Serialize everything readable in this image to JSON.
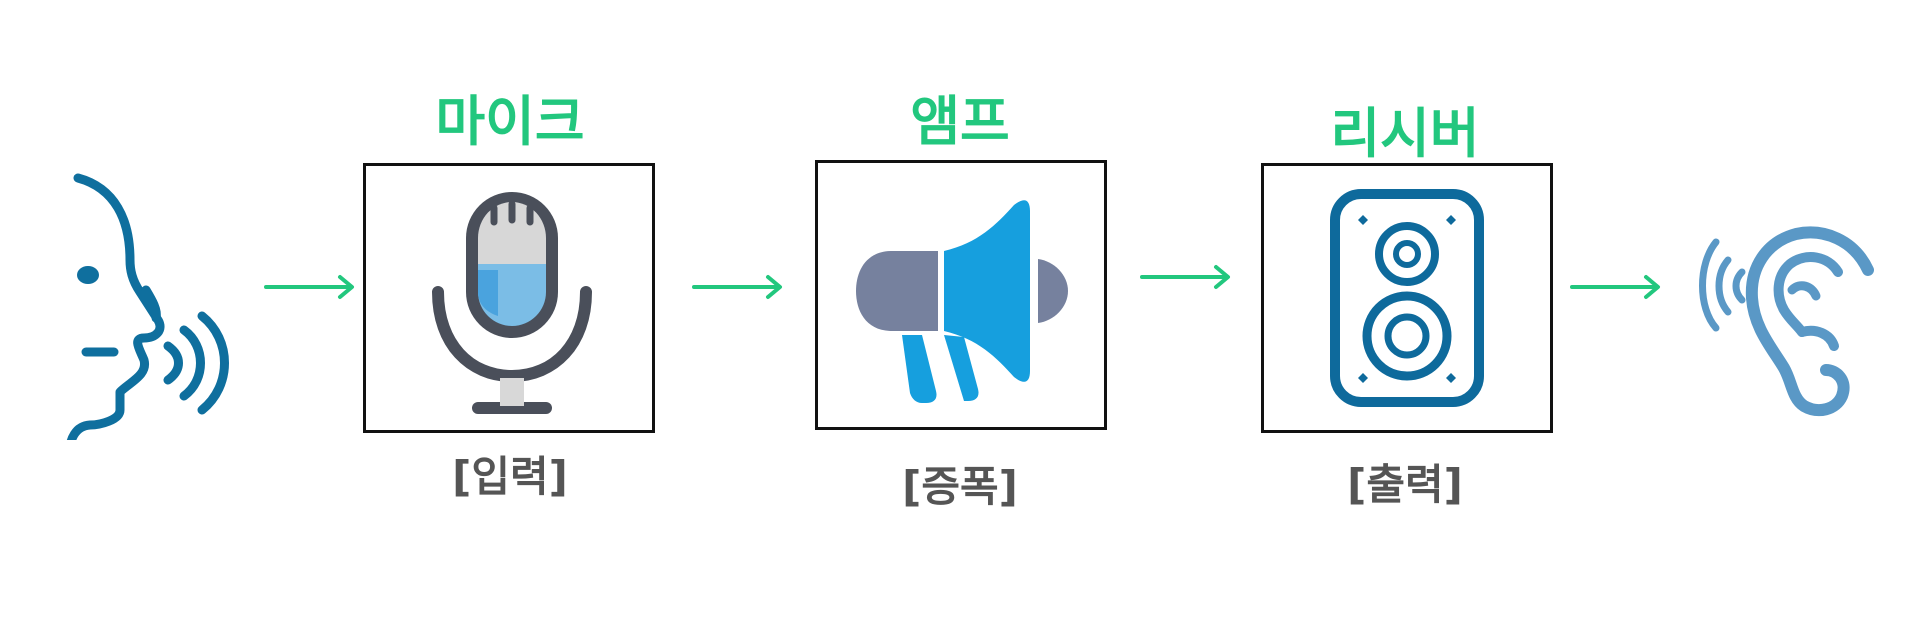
{
  "stages": [
    {
      "title": "마이크",
      "caption": "[입력]",
      "icon": "microphone-icon"
    },
    {
      "title": "앰프",
      "caption": "[증폭]",
      "icon": "megaphone-icon"
    },
    {
      "title": "리시버",
      "caption": "[출력]",
      "icon": "speaker-icon"
    }
  ],
  "edge_icons": {
    "left": "speaking-face-icon",
    "right": "listening-ear-icon"
  },
  "colors": {
    "title_green": "#22c77e",
    "arrow_green": "#22c77e",
    "caption_gray": "#555555",
    "face_blue": "#0f6f9e",
    "mic_dark": "#4a4f5a",
    "mic_blue": "#4aa3de",
    "megaphone_blue": "#169fde",
    "megaphone_gray": "#76819e",
    "speaker_blue": "#0e6a9c",
    "ear_blue": "#5a98c6"
  }
}
